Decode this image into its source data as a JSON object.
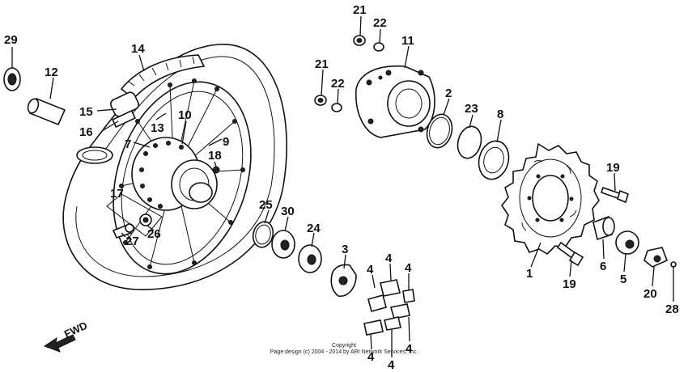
{
  "callouts": {
    "c1": "1",
    "c2": "2",
    "c3": "3",
    "c4a": "4",
    "c4b": "4",
    "c4c": "4",
    "c4d": "4",
    "c4e": "4",
    "c4f": "4",
    "c5": "5",
    "c6": "6",
    "c7": "7",
    "c8": "8",
    "c9": "9",
    "c10": "10",
    "c11": "11",
    "c12": "12",
    "c13": "13",
    "c14": "14",
    "c15": "15",
    "c16": "16",
    "c17": "17",
    "c18": "18",
    "c19a": "19",
    "c19b": "19",
    "c20": "20",
    "c21a": "21",
    "c21b": "21",
    "c22a": "22",
    "c22b": "22",
    "c23": "23",
    "c24": "24",
    "c25": "25",
    "c26": "26",
    "c27": "27",
    "c28": "28",
    "c29": "29",
    "c30": "30"
  },
  "direction": {
    "label": "FWD"
  },
  "footer": {
    "line1": "Copyright",
    "line2": "Page design (c) 2004 - 2014 by ARI Network Services, Inc."
  },
  "colors": {
    "ink": "#111111",
    "paper": "#ffffff"
  }
}
